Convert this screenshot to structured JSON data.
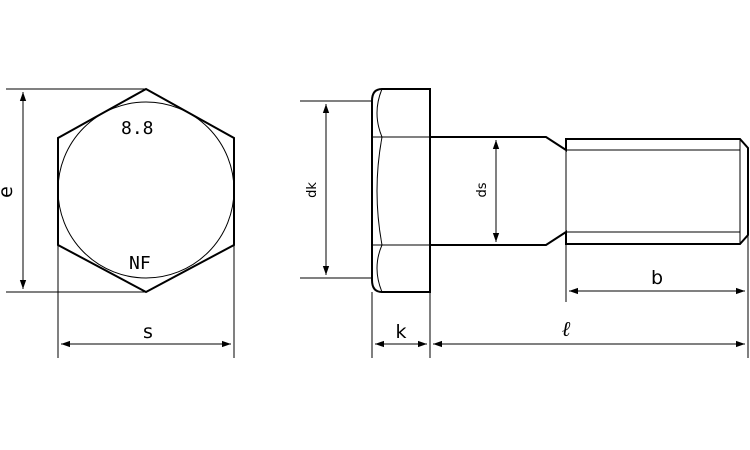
{
  "diagram": {
    "head_markings": {
      "strength_class": "8.8",
      "maker_mark": "NF"
    },
    "dimension_labels": {
      "e": "e",
      "s": "s",
      "dk": "dk",
      "ds": "ds",
      "k": "k",
      "l": "ℓ",
      "b": "b"
    }
  }
}
